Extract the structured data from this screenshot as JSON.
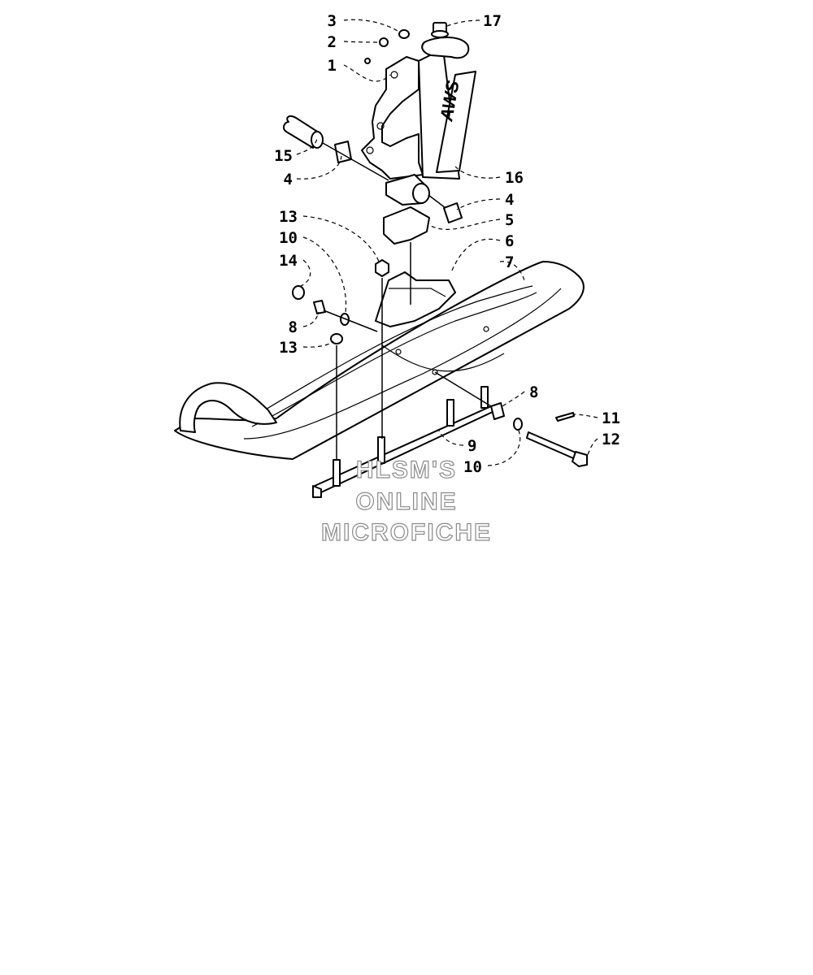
{
  "callouts": [
    {
      "id": "3",
      "text": "3"
    },
    {
      "id": "17",
      "text": "17"
    },
    {
      "id": "2",
      "text": "2"
    },
    {
      "id": "1",
      "text": "1"
    },
    {
      "id": "15",
      "text": "15"
    },
    {
      "id": "4a",
      "text": "4"
    },
    {
      "id": "16",
      "text": "16"
    },
    {
      "id": "4b",
      "text": "4"
    },
    {
      "id": "13a",
      "text": "13"
    },
    {
      "id": "5",
      "text": "5"
    },
    {
      "id": "10a",
      "text": "10"
    },
    {
      "id": "6",
      "text": "6"
    },
    {
      "id": "14",
      "text": "14"
    },
    {
      "id": "7",
      "text": "7"
    },
    {
      "id": "8a",
      "text": "8"
    },
    {
      "id": "13b",
      "text": "13"
    },
    {
      "id": "8b",
      "text": "8"
    },
    {
      "id": "11",
      "text": "11"
    },
    {
      "id": "9",
      "text": "9"
    },
    {
      "id": "12",
      "text": "12"
    },
    {
      "id": "10b",
      "text": "10"
    }
  ],
  "decal_text": "AWS",
  "watermark": [
    "HLSM'S",
    "ONLINE",
    "MICROFICHE"
  ]
}
